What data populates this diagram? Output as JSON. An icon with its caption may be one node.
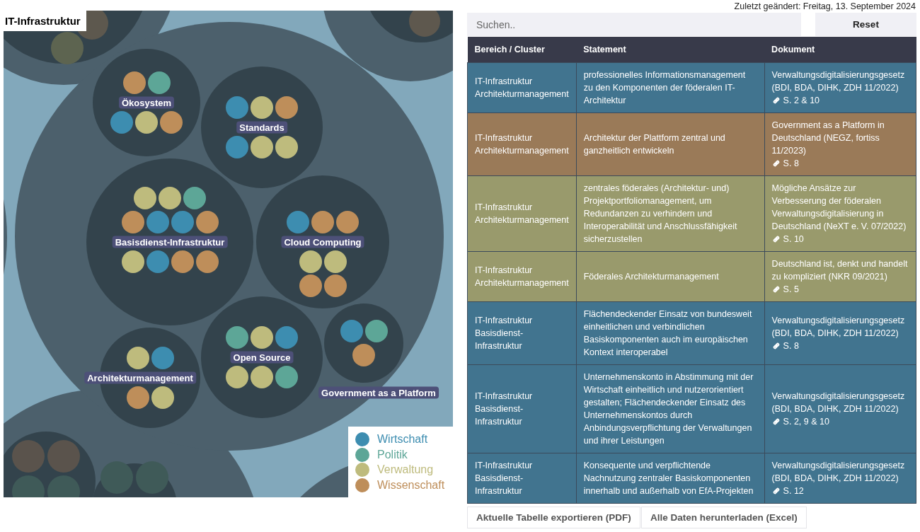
{
  "diagram": {
    "title": "IT-Infrastruktur",
    "nodes": [
      {
        "text": [],
        "shape": "circle"
      },
      {
        "text": [
          "Ökosystem"
        ],
        "in": 0
      },
      {
        "text": [],
        "shape": "circle",
        "in": 1
      },
      {
        "text": [],
        "shape": "circle",
        "in": 1
      },
      {
        "text": [],
        "shape": "circle",
        "in": 1
      },
      {
        "text": [],
        "shape": "circle",
        "in": 1
      },
      {
        "text": [],
        "shape": "circle",
        "in": 1
      },
      {
        "text": [
          "Standards"
        ],
        "in": 0
      },
      {
        "text": [],
        "shape": "circle",
        "in": 7
      },
      {
        "text": [],
        "shape": "circle",
        "in": 7
      },
      {
        "text": [],
        "shape": "circle",
        "in": 7
      },
      {
        "text": [],
        "shape": "circle",
        "in": 7
      },
      {
        "text": [],
        "shape": "circle",
        "in": 7
      },
      {
        "text": [],
        "shape": "circle",
        "in": 7
      },
      {
        "text": [
          "Basisdienst-Infrastruktur"
        ],
        "in": 0
      },
      {
        "text": [],
        "shape": "circle",
        "in": 14
      },
      {
        "text": [],
        "shape": "circle",
        "in": 14
      },
      {
        "text": [],
        "shape": "circle",
        "in": 14
      },
      {
        "text": [],
        "shape": "circle",
        "in": 14
      },
      {
        "text": [],
        "shape": "circle",
        "in": 14
      },
      {
        "text": [],
        "shape": "circle",
        "in": 14
      },
      {
        "text": [],
        "shape": "circle",
        "in": 14
      },
      {
        "text": [],
        "shape": "circle",
        "in": 14
      },
      {
        "text": [],
        "shape": "circle",
        "in": 14
      },
      {
        "text": [],
        "shape": "circle",
        "in": 14
      },
      {
        "text": [],
        "shape": "circle",
        "in": 14
      },
      {
        "text": [
          "Cloud Computing"
        ],
        "in": 0
      },
      {
        "text": [],
        "shape": "circle",
        "in": 26
      },
      {
        "text": [],
        "shape": "circle",
        "in": 26
      },
      {
        "text": [],
        "shape": "circle",
        "in": 26
      },
      {
        "text": [],
        "shape": "circle",
        "in": 26
      },
      {
        "text": [],
        "shape": "circle",
        "in": 26
      },
      {
        "text": [],
        "shape": "circle",
        "in": 26
      },
      {
        "text": [],
        "shape": "circle",
        "in": 26
      },
      {
        "text": [
          "Architekturmanagement"
        ],
        "in": 0
      },
      {
        "text": [],
        "shape": "circle",
        "in": 34
      },
      {
        "text": [],
        "shape": "circle",
        "in": 34
      },
      {
        "text": [],
        "shape": "circle",
        "in": 34
      },
      {
        "text": [],
        "shape": "circle",
        "in": 34
      },
      {
        "text": [
          "Open Source"
        ],
        "in": 0
      },
      {
        "text": [],
        "shape": "circle",
        "in": 39
      },
      {
        "text": [],
        "shape": "circle",
        "in": 39
      },
      {
        "text": [],
        "shape": "circle",
        "in": 39
      },
      {
        "text": [],
        "shape": "circle",
        "in": 39
      },
      {
        "text": [],
        "shape": "circle",
        "in": 39
      },
      {
        "text": [],
        "shape": "circle",
        "in": 39
      },
      {
        "text": [
          "Government as a Platform"
        ],
        "in": 0
      },
      {
        "text": [],
        "shape": "circle",
        "in": 46
      },
      {
        "text": [],
        "shape": "circle",
        "in": 46
      },
      {
        "text": [],
        "shape": "circle",
        "in": 46
      }
    ],
    "labels": [
      "Zuletzt geändert: Freitag, 13. September 2024",
      "Suchen..",
      "Reset",
      "Bereich / Cluster",
      "Statement",
      "Dokument",
      "IT-Infrastruktur Architekturmanagement",
      "professionelles Informationsmanagement zu den Komponenten der föderalen IT-Architektur",
      "Verwaltungsdigitalisierungsgesetz (BDI, BDA, DIHK, ZDH 11/2022)",
      "S. 2 & 10",
      "IT-Infrastruktur Architekturmanagement",
      "Architektur der Plattform zentral und ganzheitlich entwickeln",
      "Government as a Platform in Deutschland (NEGZ, fortiss 11/2023)",
      "S. 8",
      "IT-Infrastruktur Architekturmanagement",
      "zentrales föderales (Architektur- und) Projektportfoliomanagement, um Redundanzen zu verhindern und Interoperabilität und Anschlussfähigkeit sicherzustellen",
      "Mögliche Ansätze zur Verbesserung der föderalen Verwaltungsdigitalisierung in Deutschland (NeXT e. V. 07/2022)",
      "S. 10",
      "IT-Infrastruktur Architekturmanagement",
      "Föderales Architekturmanagement",
      "Deutschland ist, denkt und handelt zu kompliziert (NKR 09/2021)",
      "S. 5",
      "IT-Infrastruktur Basisdienst-Infrastruktur",
      "Flächendeckender Einsatz von bundesweit einheitlichen und verbindlichen Basiskomponenten auch im europäischen Kontext interoperabel",
      "Verwaltungsdigitalisierungsgesetz (BDI, BDA, DIHK, ZDH 11/2022)",
      "S. 8",
      "IT-Infrastruktur Basisdienst-Infrastruktur",
      "Unternehmenskonto in Abstimmung mit der Wirtschaft einheitlich und nutzerorientiert gestalten; Flächendeckender Einsatz des Unternehmenskontos durch Anbindungsverpflichtung der Verwaltungen und ihrer Leistungen",
      "Verwaltungsdigitalisierungsgesetz (BDI, BDA, DIHK, ZDH 11/2022)",
      "S. 2, 9 & 10",
      "IT-Infrastruktur Basisdienst-Infrastruktur",
      "Konsequente und verpflichtende Nachnutzung zentraler Basiskomponenten innerhalb und außerhalb von EfA-Projekten",
      "Verwaltungsdigitalisierungsgesetz (BDI, BDA, DIHK, ZDH 11/2022)",
      "S. 12",
      "Aktuelle Tabelle exportieren (PDF)",
      "Alle Daten herunterladen (Excel)"
    ],
    "legend": [
      {
        "text": "Wirtschaft",
        "color": "#3d8db0"
      },
      {
        "text": "Politik",
        "color": "#5da697"
      },
      {
        "text": "Verwaltung",
        "color": "#bebb7d"
      },
      {
        "text": "Wissenschaft",
        "color": "#be8e5a"
      }
    ]
  }
}
